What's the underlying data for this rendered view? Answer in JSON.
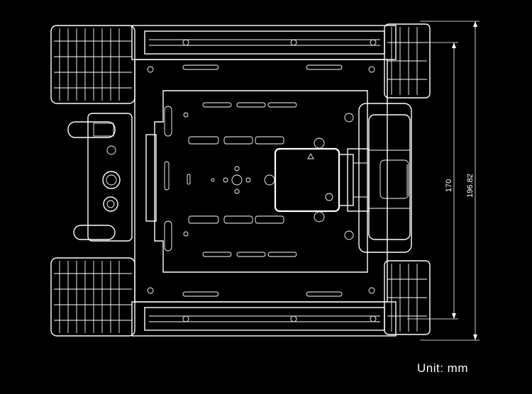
{
  "drawing": {
    "unit_label": "Unit:  mm",
    "dimensions": [
      {
        "value": "170"
      },
      {
        "value": "196.82"
      }
    ]
  }
}
